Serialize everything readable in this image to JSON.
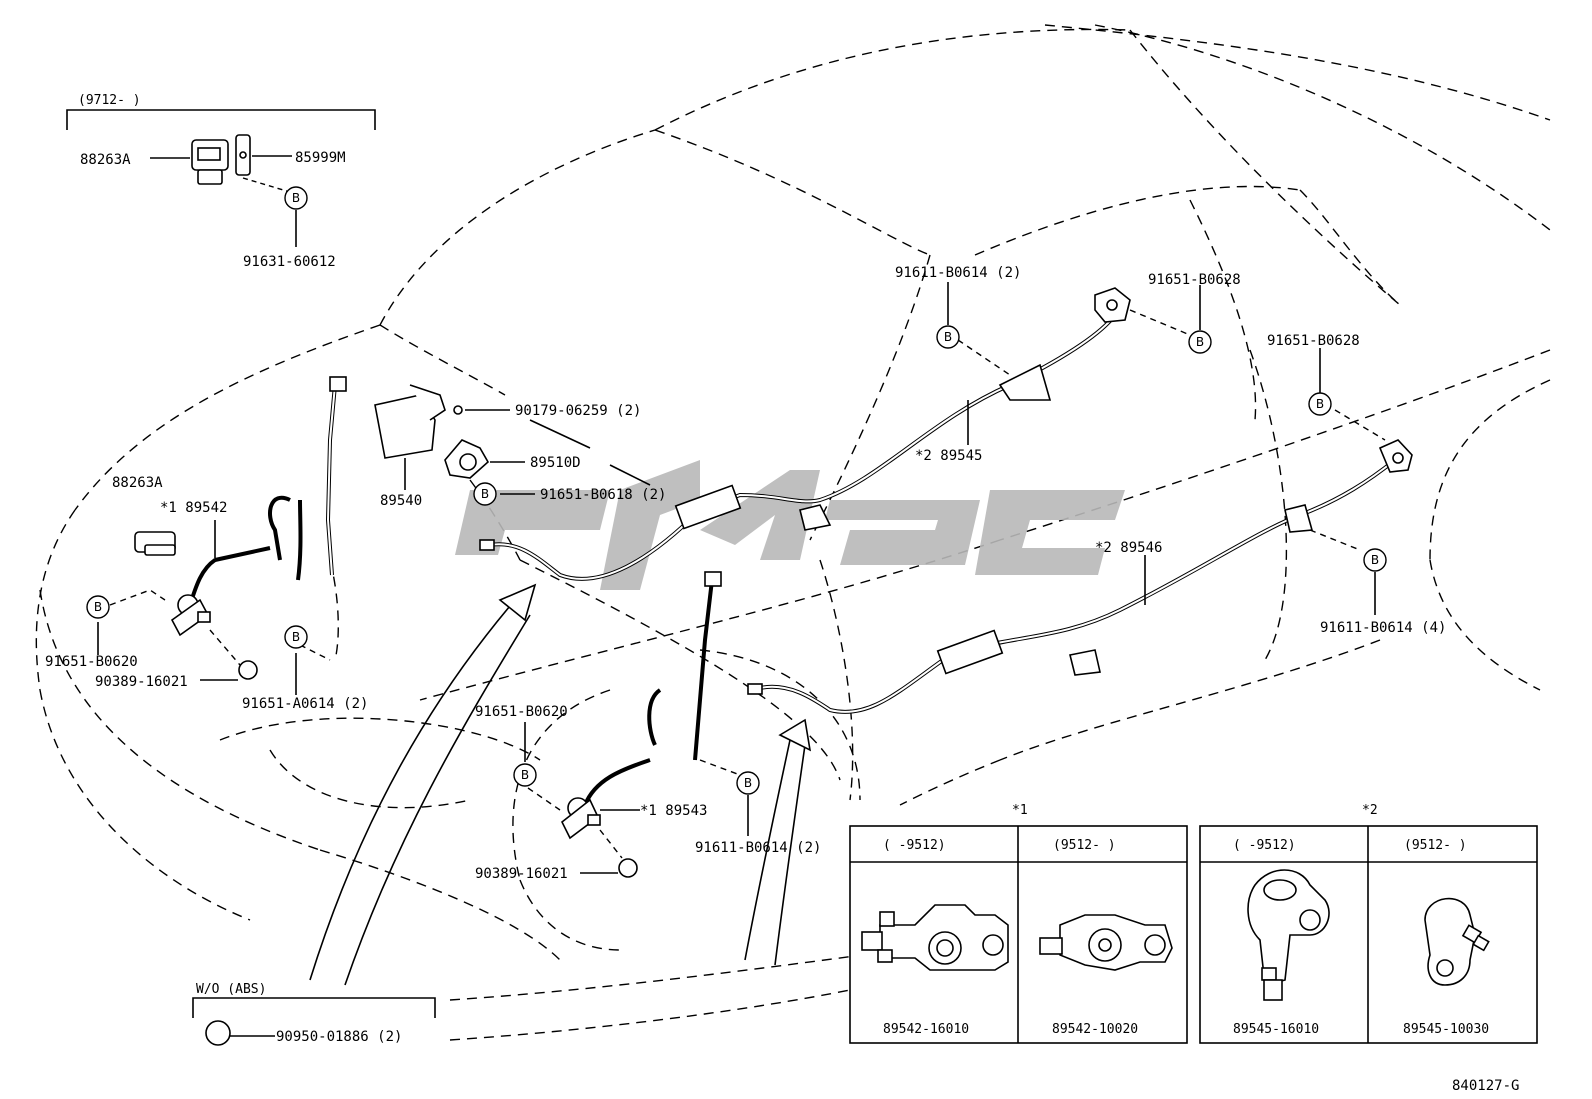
{
  "diagram": {
    "groups": {
      "top_left_range": "(9712-      )",
      "wo_abs": "W/O (ABS)"
    },
    "labels": {
      "l88263A_top": "88263A",
      "l85999M": "85999M",
      "l91631_60612": "91631-60612",
      "l88263A_mid": "88263A",
      "l89542": "*1 89542",
      "l89540": "89540",
      "l90179": "90179-06259 (2)",
      "l89510D": "89510D",
      "l91651_B0618": "91651-B0618 (2)",
      "l91611_B0614_2_top": "91611-B0614 (2)",
      "l91651_B0628_a": "91651-B0628",
      "l91651_B0628_b": "91651-B0628",
      "l89545": "*2 89545",
      "l89546": "*2 89546",
      "l91611_B0614_4": "91611-B0614 (4)",
      "l91651_B0620_left": "91651-B0620",
      "l90389_left": "90389-16021",
      "l91651_A0614": "91651-A0614 (2)",
      "l91651_B0620_mid": "91651-B0620",
      "l89543": "*1 89543",
      "l91611_B0614_2_bottom": "91611-B0614 (2)",
      "l90389_mid": "90389-16021",
      "l90950": "90950-01886 (2)",
      "b_marker": "B",
      "diagram_code": "840127-G"
    },
    "inset1": {
      "marker": "*1",
      "left_range": "(      -9512)",
      "right_range": "(9512-      )",
      "left_part": "89542-16010",
      "right_part": "89542-10020"
    },
    "inset2": {
      "marker": "*2",
      "left_range": "(      -9512)",
      "right_range": "(9512-      )",
      "left_part": "89545-16010",
      "right_part": "89545-10030"
    }
  }
}
